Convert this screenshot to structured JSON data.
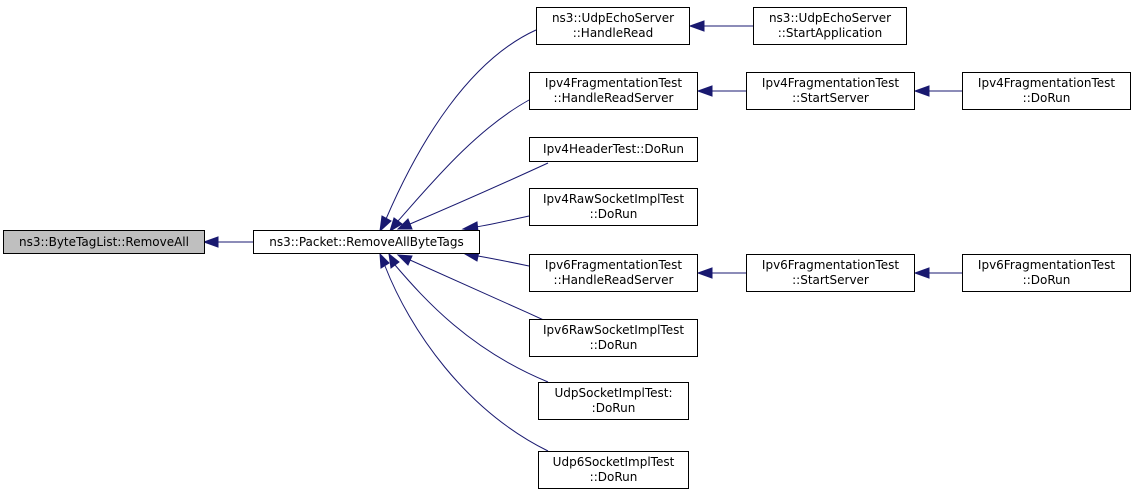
{
  "graph": {
    "edge_color": "#191970",
    "root_fill": "#bfbfbf",
    "node_fill": "#ffffff",
    "nodes": {
      "remove_all": {
        "lines": [
          "ns3::ByteTagList::RemoveAll"
        ]
      },
      "remove_all_byte_tags": {
        "lines": [
          "ns3::Packet::RemoveAllByteTags"
        ]
      },
      "udp_echo_handle_read": {
        "lines": [
          "ns3::UdpEchoServer",
          "::HandleRead"
        ]
      },
      "udp_echo_start_app": {
        "lines": [
          "ns3::UdpEchoServer",
          "::StartApplication"
        ]
      },
      "ipv4_frag_handle_read": {
        "lines": [
          "Ipv4FragmentationTest",
          "::HandleReadServer"
        ]
      },
      "ipv4_frag_start_server": {
        "lines": [
          "Ipv4FragmentationTest",
          "::StartServer"
        ]
      },
      "ipv4_frag_dorun": {
        "lines": [
          "Ipv4FragmentationTest",
          "::DoRun"
        ]
      },
      "ipv4_header_dorun": {
        "lines": [
          "Ipv4HeaderTest::DoRun"
        ]
      },
      "ipv4_raw_dorun": {
        "lines": [
          "Ipv4RawSocketImplTest",
          "::DoRun"
        ]
      },
      "ipv6_frag_handle_read": {
        "lines": [
          "Ipv6FragmentationTest",
          "::HandleReadServer"
        ]
      },
      "ipv6_frag_start_server": {
        "lines": [
          "Ipv6FragmentationTest",
          "::StartServer"
        ]
      },
      "ipv6_frag_dorun": {
        "lines": [
          "Ipv6FragmentationTest",
          "::DoRun"
        ]
      },
      "ipv6_raw_dorun": {
        "lines": [
          "Ipv6RawSocketImplTest",
          "::DoRun"
        ]
      },
      "udp_socket_dorun": {
        "lines": [
          "UdpSocketImplTest:",
          ":DoRun"
        ]
      },
      "udp6_socket_dorun": {
        "lines": [
          "Udp6SocketImplTest",
          "::DoRun"
        ]
      }
    }
  }
}
